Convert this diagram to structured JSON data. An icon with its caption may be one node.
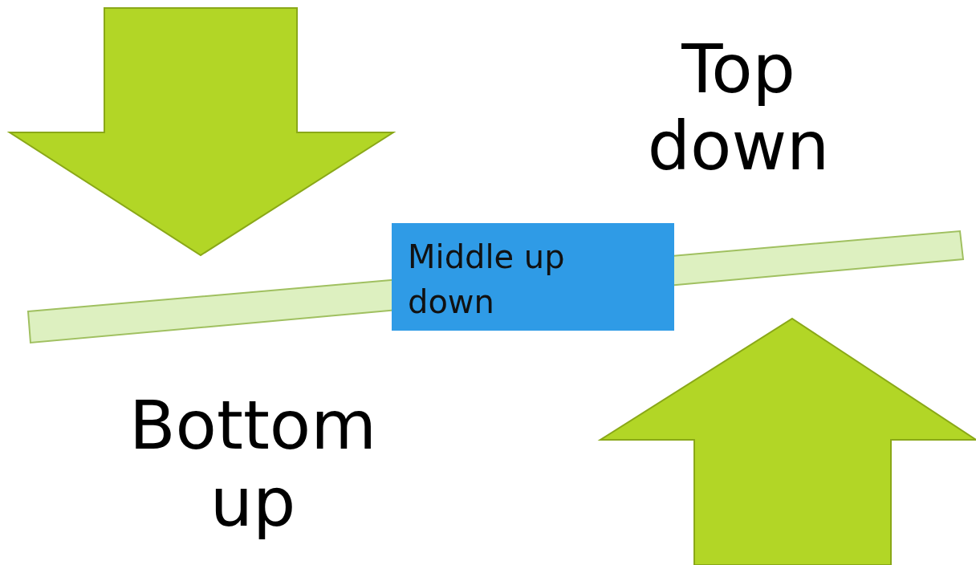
{
  "diagram": {
    "nodes": [
      {
        "text": [
          "Middle up down"
        ]
      }
    ],
    "labels": [
      "Top down",
      "Bottom up"
    ]
  }
}
